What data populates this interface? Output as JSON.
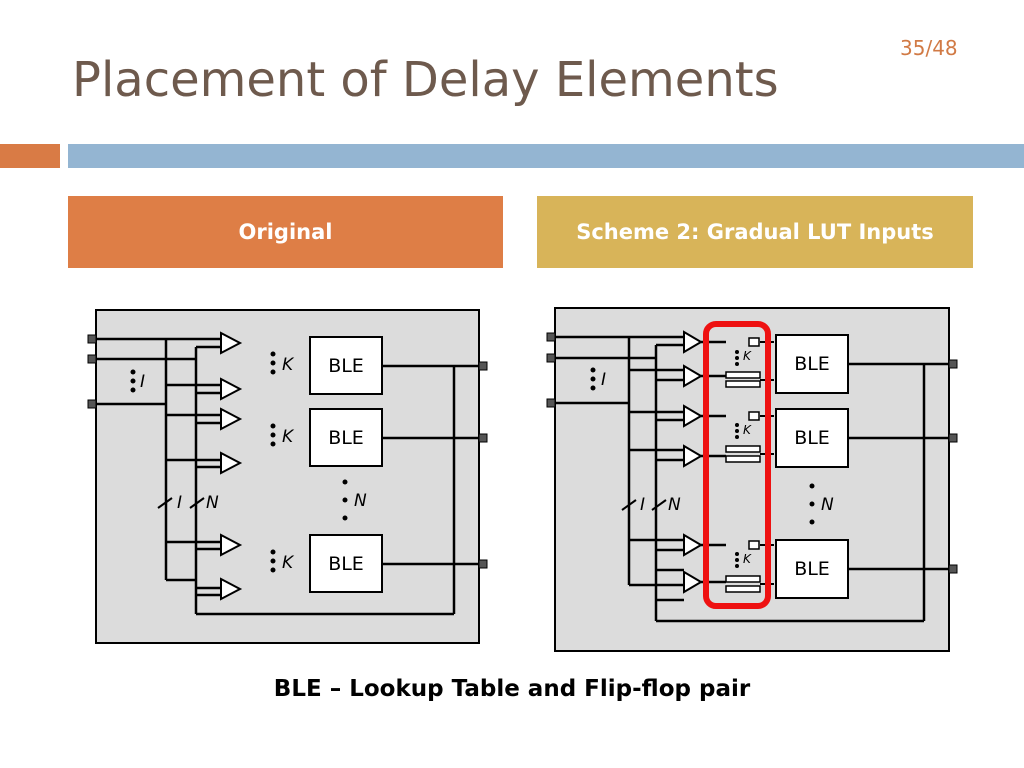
{
  "slide": {
    "title": "Placement of Delay Elements",
    "page_number": "35/48",
    "caption": "BLE – Lookup Table and Flip-flop pair",
    "colors": {
      "title": "#6e5a4d",
      "page_number": "#d17a45",
      "accent_orange": "#d97b45",
      "accent_blue": "#94b5d2",
      "header_original_bg": "#de7e46",
      "header_scheme_bg": "#d8b459",
      "highlight": "#ee1111"
    }
  },
  "headers": {
    "original": "Original",
    "scheme": "Scheme 2:  Gradual LUT Inputs"
  },
  "diagram": {
    "block_label": "BLE",
    "label_inputs": "I",
    "label_k": "K",
    "label_n": "N"
  }
}
